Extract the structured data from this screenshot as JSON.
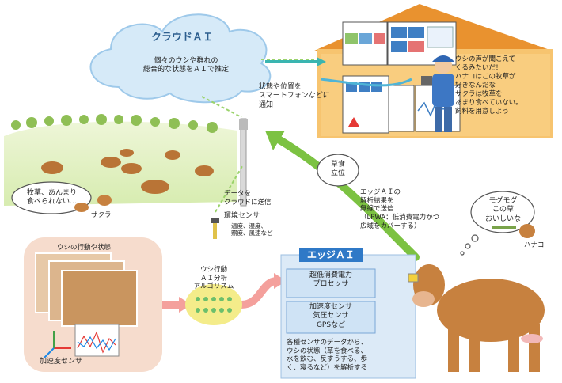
{
  "cloud": {
    "title": "クラウドＡＩ",
    "description": "個々のウシや群れの\n総合的な状態をＡＩで推定"
  },
  "notify": "状態や位置を\nスマートフォンなどに\n通知",
  "farmer": {
    "speech": "ウシの声が聞こえて\nくるみたいだ！\nハナコはこの牧草が\n好きなんだな\nサクラは牧草を\nあまり食べていない。\n飼料を用意しよう"
  },
  "pasture": {
    "sakura_speech": "牧草、あんまり\n食べられない…",
    "sakura_name": "サクラ",
    "tower_label": "データを\nクラウドに送信",
    "env_sensor_title": "環境センサ",
    "env_sensor_detail": "温度、湿度、\n照度、風速など"
  },
  "grazing": {
    "label": "草食\n立位"
  },
  "edge_comm": "エッジＡＩの\n解析結果を\n無線で送信\n（LPWA：低消費電力かつ\n広域をカバーする）",
  "hanako": {
    "speech": "モグモグ\nこの草\nおいしいな",
    "name": "ハナコ"
  },
  "learning": {
    "photos_title": "ウシの行動や状態",
    "accel_label": "加速度センサ",
    "algo": "ウシ行動\nＡＩ分析\nアルゴリズム"
  },
  "edge_ai": {
    "title": "エッジＡＩ",
    "chip": "超低消費電力\nプロセッサ",
    "sensors": "加速度センサ\n気圧センサ\nGPSなど",
    "description": "各種センサのデータから、\nウシの状態（草を食べる、\n水を飲む、反すうする、歩\nく、寝るなど）を解析する"
  },
  "colors": {
    "cloud_fill": "#cfe6f7",
    "house_fill": "#f6c06a",
    "roof": "#e7932f",
    "arrow_green": "#7cc242",
    "arrow_pink": "#f4a09c",
    "edge_panel": "#cfe3f5",
    "cow_brown": "#c7813f"
  }
}
